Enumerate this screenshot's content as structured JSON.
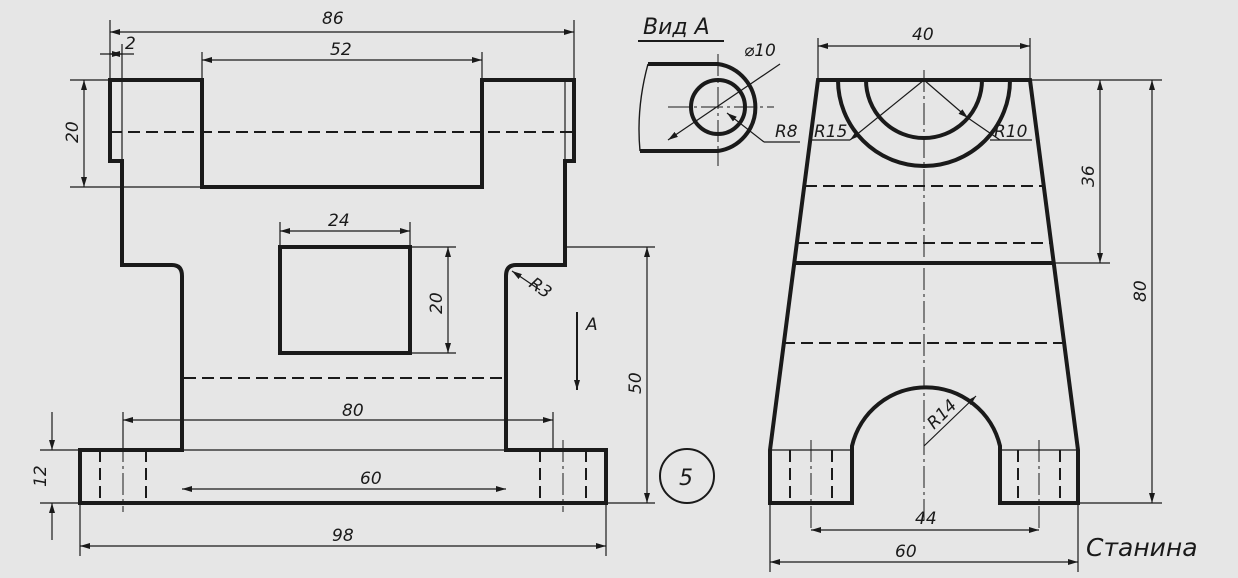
{
  "front_view": {
    "dims": {
      "overall_width": "86",
      "flange_offset": "2",
      "top_opening": "52",
      "top_height": "20",
      "window_width": "24",
      "window_height": "20",
      "fillet_radius": "R3",
      "column_height": "50",
      "inner_slot": "80",
      "hole_spacing": "60",
      "base_height": "12",
      "base_width": "98"
    },
    "arrow_label": "A"
  },
  "view_a": {
    "title": "Вид А",
    "dims": {
      "hole_diameter": "⌀10",
      "radius": "R8"
    }
  },
  "side_view": {
    "dims": {
      "top_width": "40",
      "outer_radius": "R15",
      "inner_radius": "R10",
      "upper_height": "36",
      "overall_height": "80",
      "arch_radius": "R14",
      "hole_spacing": "44",
      "base_width": "60"
    }
  },
  "sheet": {
    "task_number": "5",
    "part_name": "Станина"
  }
}
